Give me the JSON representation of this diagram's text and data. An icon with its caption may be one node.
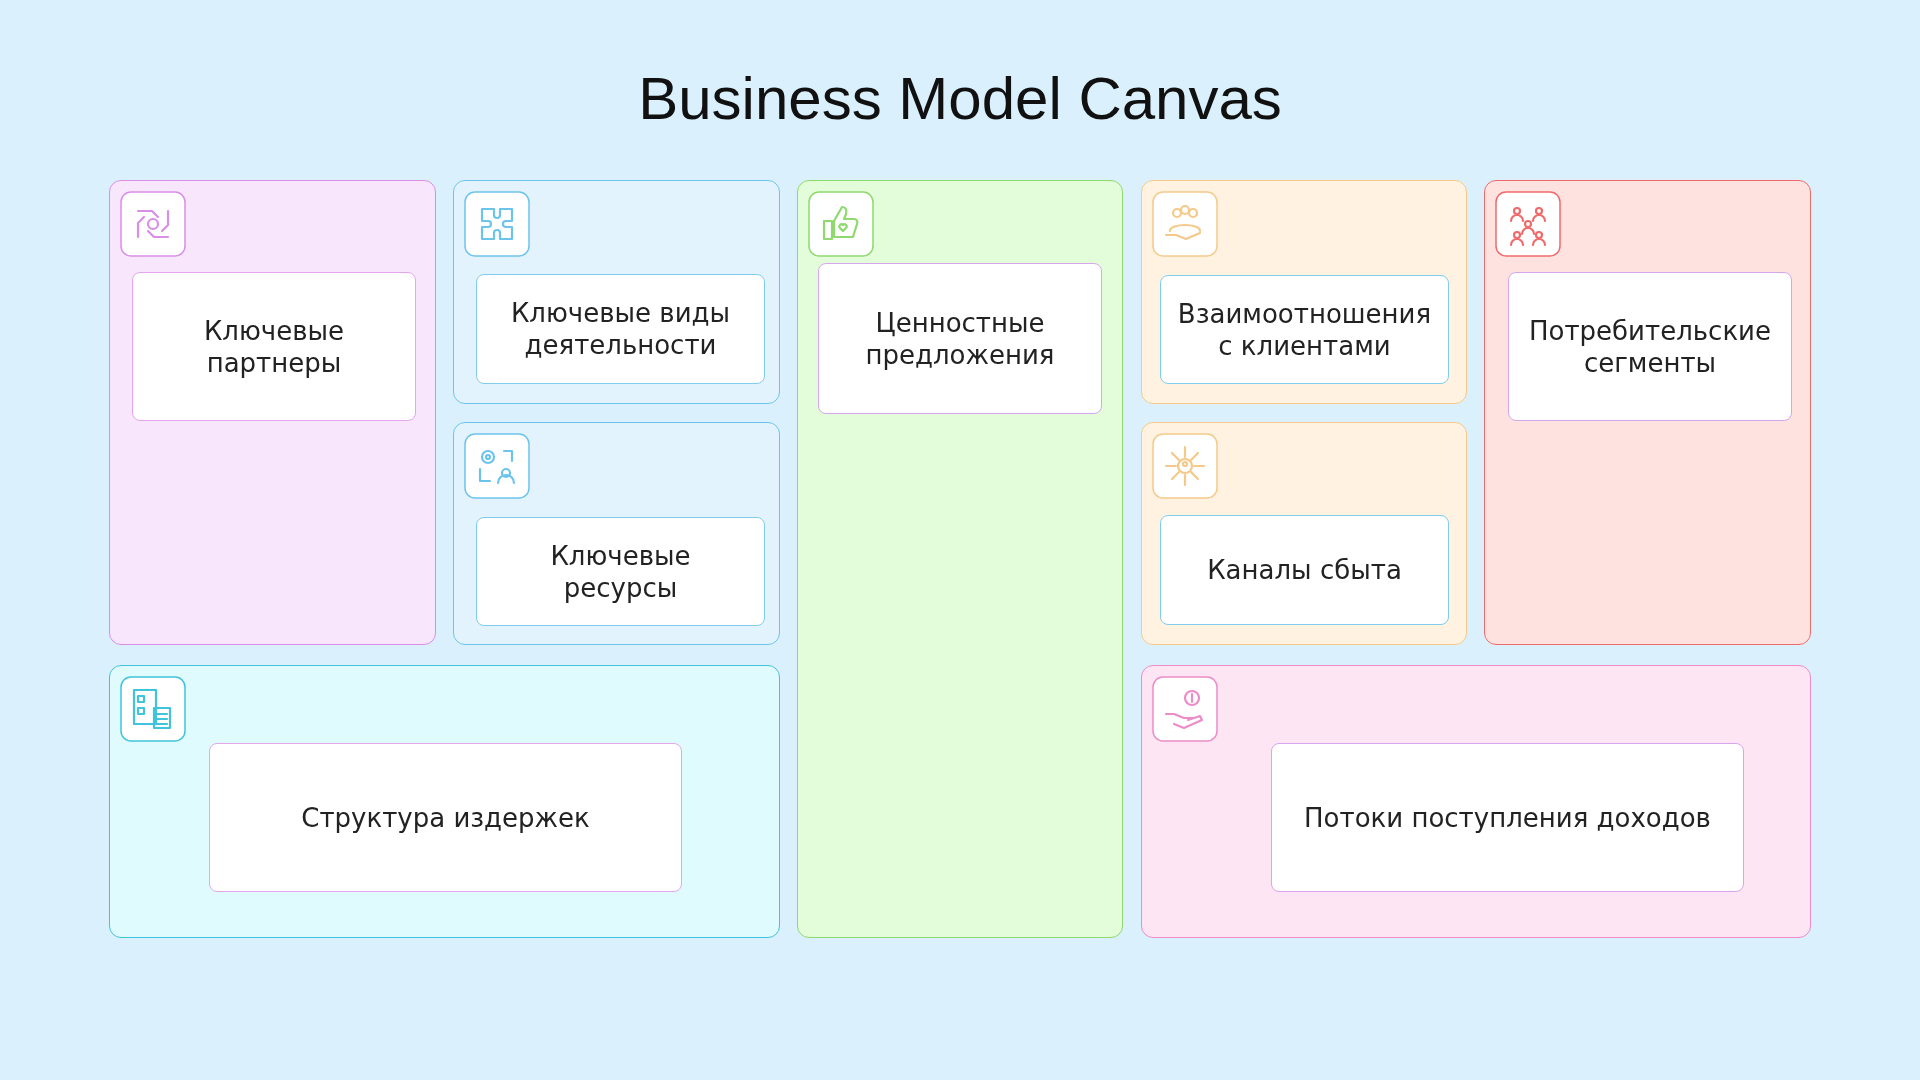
{
  "diagram": {
    "title": "Business Model Canvas",
    "nodes": [
      {
        "text": [],
        "shape": "box"
      },
      {
        "text": [
          "Ключевые партнеры"
        ],
        "in": 0
      },
      {
        "text": [],
        "shape": "box"
      },
      {
        "text": [
          "Ключевые виды деятельности"
        ],
        "in": 2
      },
      {
        "text": [],
        "shape": "box"
      },
      {
        "text": [
          "Ключевые ресурсы"
        ],
        "in": 4
      },
      {
        "text": [],
        "shape": "box"
      },
      {
        "text": [
          "Ценностные предложения"
        ],
        "in": 6
      },
      {
        "text": [],
        "shape": "box"
      },
      {
        "text": [
          "Взаимоотношения с клиентами"
        ],
        "in": 8
      },
      {
        "text": [],
        "shape": "box"
      },
      {
        "text": [
          "Каналы сбыта"
        ],
        "in": 10
      },
      {
        "text": [],
        "shape": "box"
      },
      {
        "text": [
          "Потребительские сегменты"
        ],
        "in": 12
      },
      {
        "text": [],
        "shape": "box"
      },
      {
        "text": [
          "Структура издержек"
        ],
        "in": 14
      },
      {
        "text": [],
        "shape": "box"
      },
      {
        "text": [
          "Потоки поступления доходов"
        ],
        "in": 16
      }
    ],
    "edges": []
  }
}
